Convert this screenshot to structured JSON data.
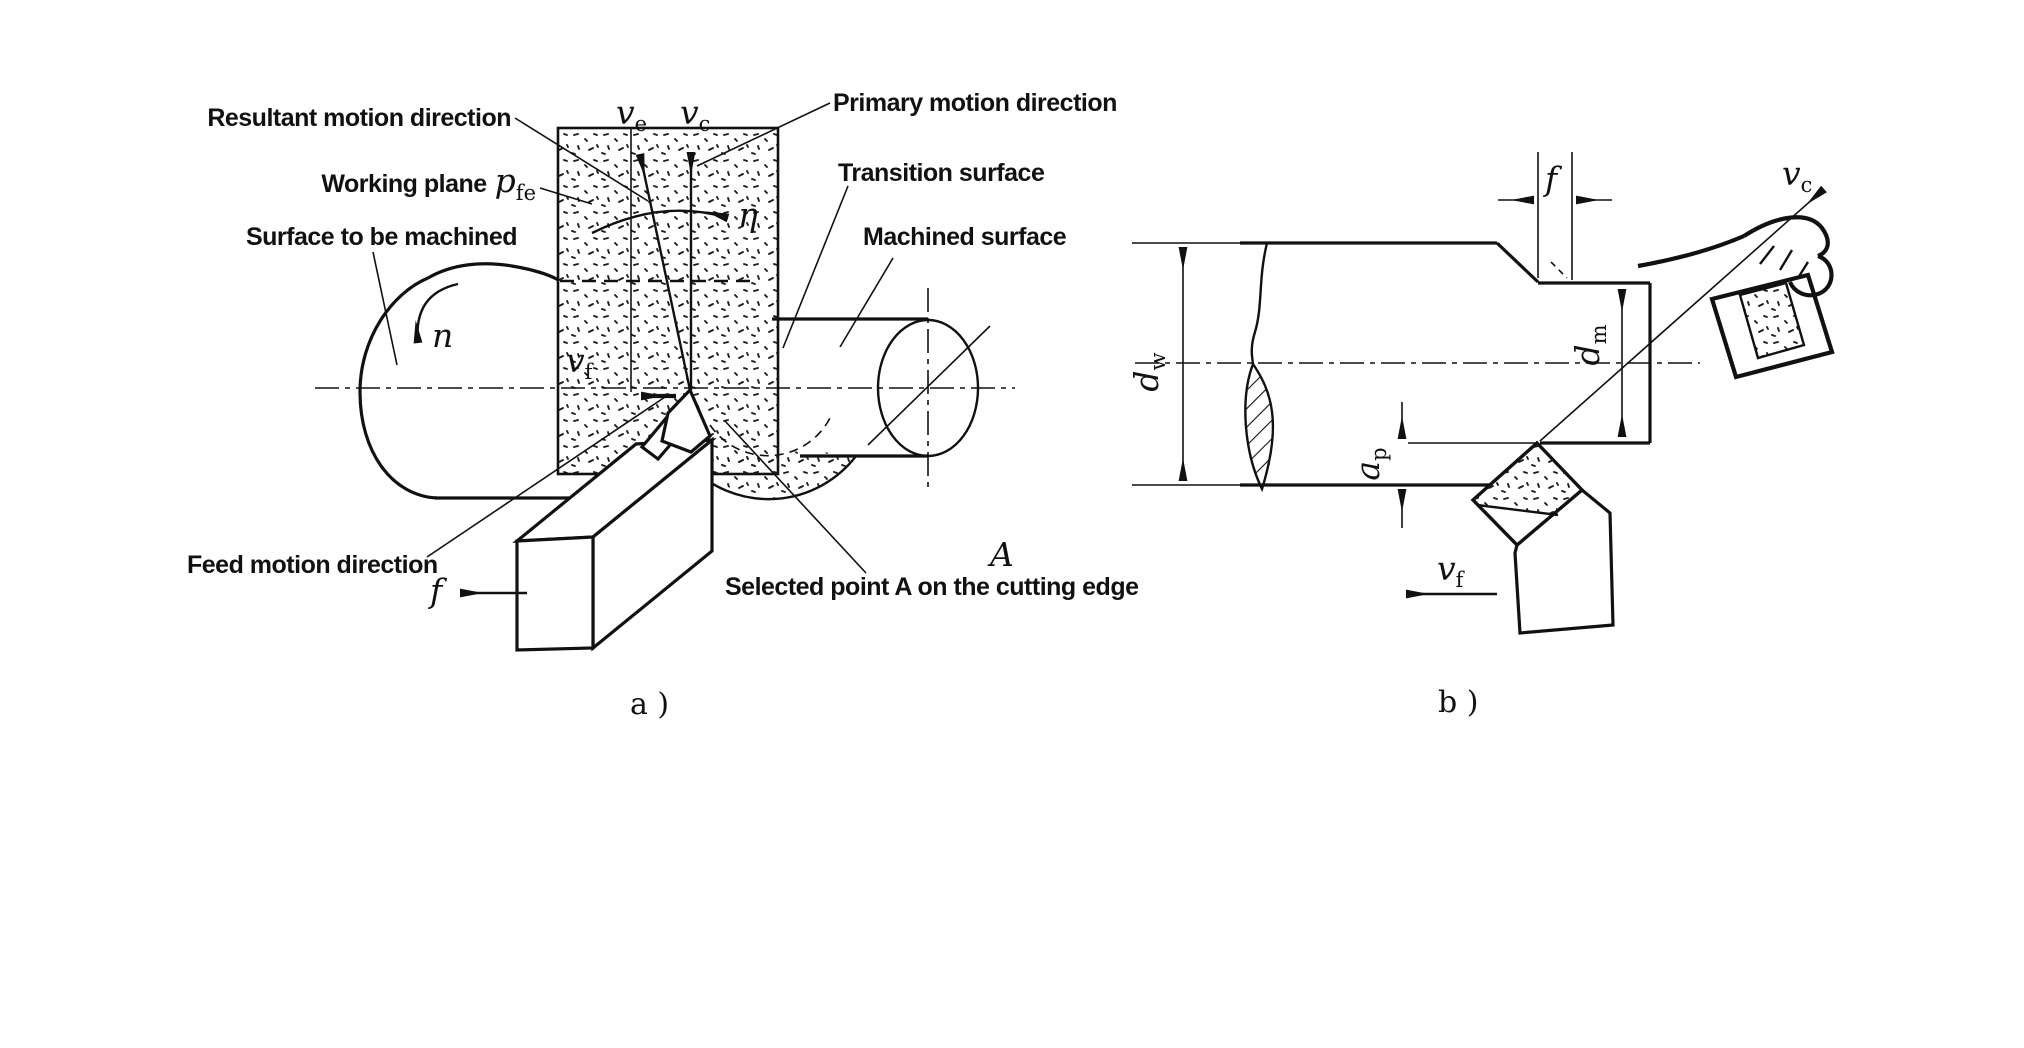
{
  "figure": {
    "colors": {
      "ink": "#111111",
      "background": "#ffffff"
    },
    "captions": {
      "a": "a )",
      "b": "b )"
    },
    "diagram_a": {
      "labels": {
        "resultant": "Resultant motion direction",
        "working_plane": {
          "text": "Working plane",
          "sym": "p",
          "sub": "fe"
        },
        "surface_to_be_machined": "Surface to be machined",
        "primary": "Primary motion direction",
        "transition_surface": "Transition surface",
        "machined_surface": "Machined surface",
        "feed_motion": "Feed motion direction",
        "selected_point": "Selected point A on the cutting edge",
        "point_a": "A",
        "spindle_n": "n",
        "eta": "η",
        "feed_f": "f",
        "v_e": {
          "main": "v",
          "sub": "e"
        },
        "v_c": {
          "main": "v",
          "sub": "c"
        },
        "v_f": {
          "main": "v",
          "sub": "f"
        }
      }
    },
    "diagram_b": {
      "labels": {
        "feed_f": "f",
        "v_c": {
          "main": "v",
          "sub": "c"
        },
        "v_f": {
          "main": "v",
          "sub": "f"
        },
        "d_w": {
          "main": "d",
          "sub": "w"
        },
        "d_m": {
          "main": "d",
          "sub": "m"
        },
        "a_p": {
          "main": "a",
          "sub": "p"
        }
      }
    }
  }
}
